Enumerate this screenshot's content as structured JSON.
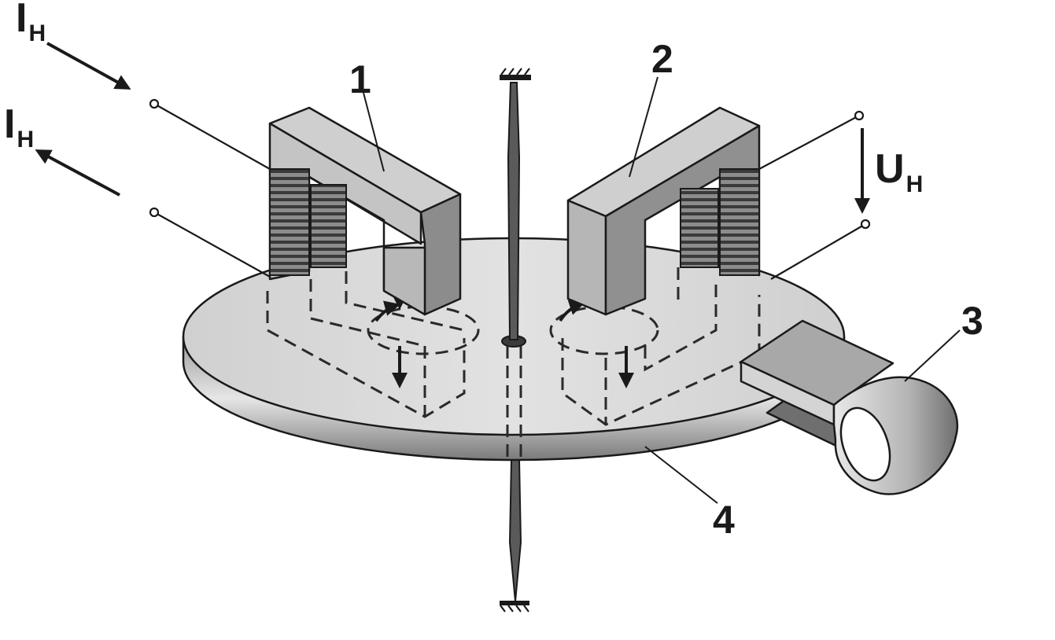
{
  "labels": {
    "part_1": "1",
    "part_2": "2",
    "part_3": "3",
    "part_4": "4",
    "current_in": {
      "symbol": "I",
      "subscript": "Н"
    },
    "current_out": {
      "symbol": "I",
      "subscript": "Н"
    },
    "voltage": {
      "symbol": "U",
      "subscript": "Н"
    }
  },
  "colors": {
    "outline": "#1a1a1a",
    "disk_face": "#d9d9d9",
    "core_light": "#c8c8c8",
    "core_dark": "#8a8a8a",
    "magnet": "#b0b0b0"
  }
}
